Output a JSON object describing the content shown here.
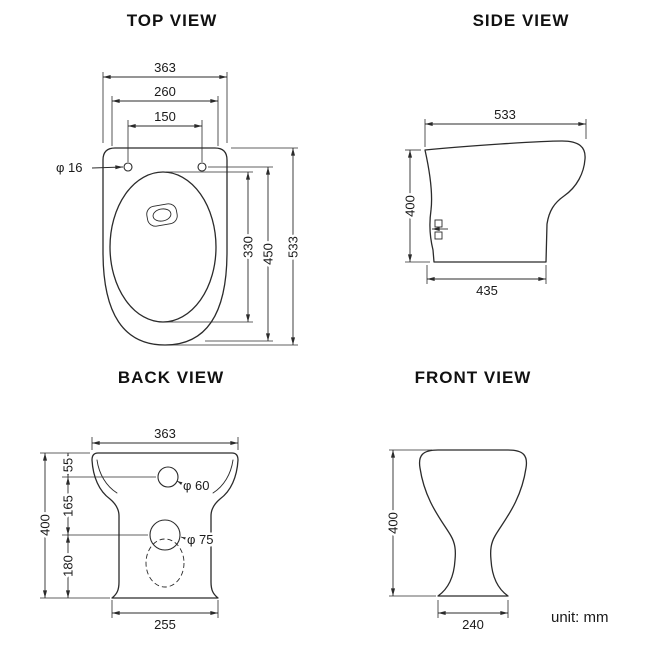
{
  "colors": {
    "line": "#2b2b2b",
    "text": "#1a1a1a"
  },
  "unit_label": "unit: mm",
  "top_view": {
    "title": "TOP VIEW",
    "dim_width_overall": "363",
    "dim_width_seat": "260",
    "dim_hole_spacing": "150",
    "dim_hole_diameter": "φ 16",
    "dim_length_overall": "533",
    "dim_length_seat": "450",
    "dim_opening_length": "330"
  },
  "side_view": {
    "title": "SIDE VIEW",
    "dim_depth_overall": "533",
    "dim_height": "400",
    "dim_base_depth": "435"
  },
  "back_view": {
    "title": "BACK VIEW",
    "dim_width_overall": "363",
    "dim_top_to_inlet": "55",
    "dim_inlet_to_outlet": "165",
    "dim_outlet_to_floor": "180",
    "dim_height": "400",
    "dim_inlet_diameter": "φ 60",
    "dim_outlet_diameter": "φ 75",
    "dim_base_width": "255"
  },
  "front_view": {
    "title": "FRONT VIEW",
    "dim_height": "400",
    "dim_base_width": "240"
  }
}
